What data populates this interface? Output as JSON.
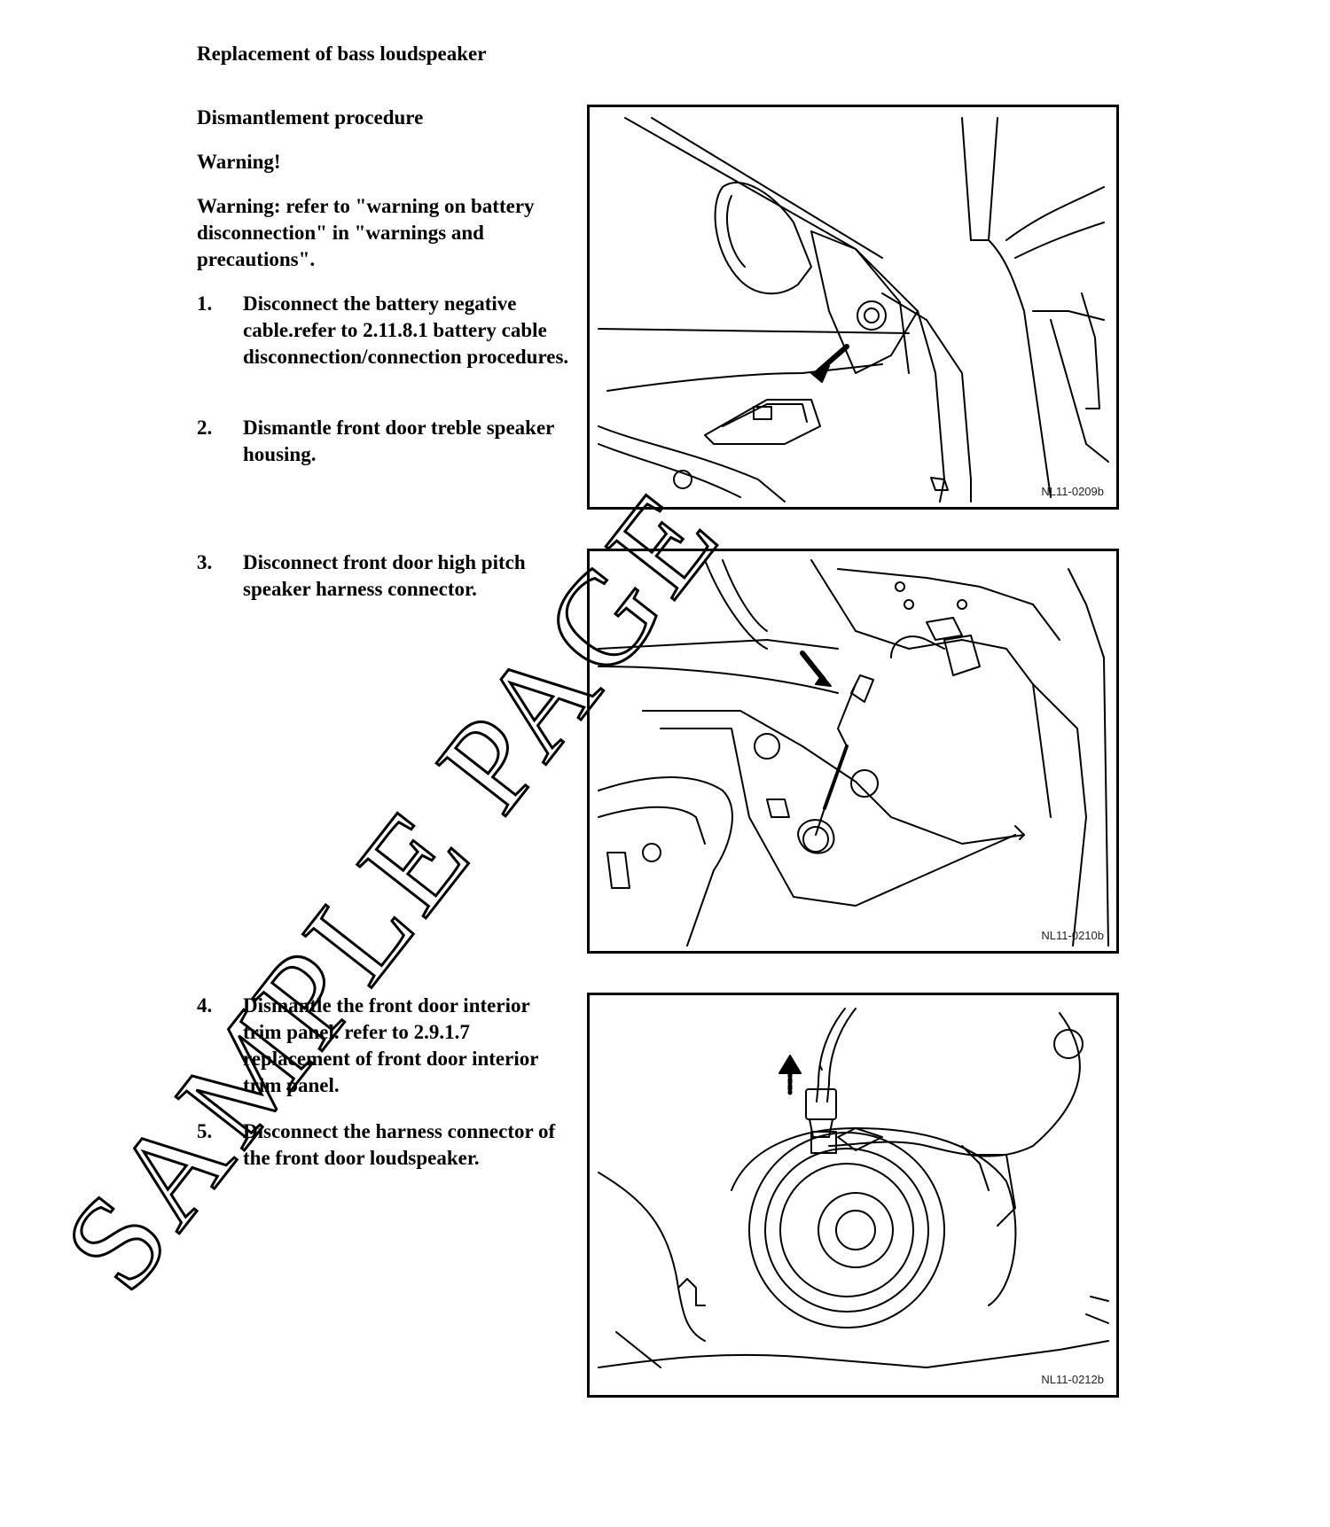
{
  "document": {
    "title": "Replacement of bass loudspeaker",
    "section_heading": "Dismantlement procedure",
    "warning_heading": "Warning!",
    "warning_text": "Warning: refer to \"warning on battery disconnection\" in \"warnings and precautions\".",
    "steps": [
      {
        "number": "1.",
        "text": "Disconnect the battery negative cable.refer to 2.11.8.1 battery cable disconnection/connection procedures."
      },
      {
        "number": "2.",
        "text": "Dismantle front door treble speaker housing."
      },
      {
        "number": "3.",
        "text": "Disconnect front door high pitch speaker harness connector."
      },
      {
        "number": "4.",
        "text": "Dismantle the front door interior trim panel. refer to 2.9.1.7 replacement of front door interior trim panel."
      },
      {
        "number": "5.",
        "text": "Disconnect the harness connector of the front door loudspeaker."
      }
    ]
  },
  "figures": [
    {
      "code": "NL11-0209b"
    },
    {
      "code": "NL11-0210b"
    },
    {
      "code": "NL11-0212b"
    }
  ],
  "watermark": {
    "text": "SAMPLE PAGE"
  }
}
